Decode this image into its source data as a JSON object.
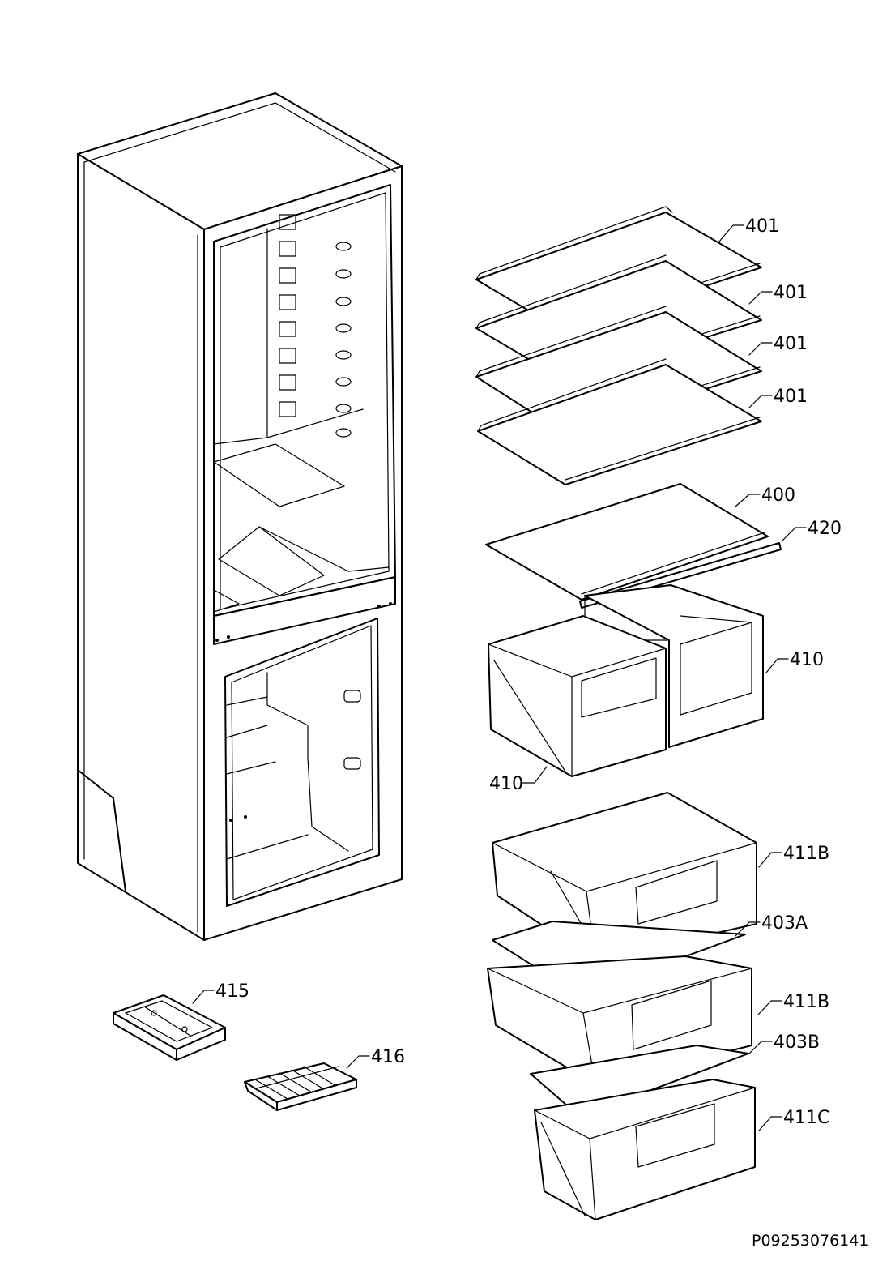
{
  "labels": {
    "shelf_1": "401",
    "shelf_2": "401",
    "shelf_3": "401",
    "shelf_4": "401",
    "glass_cover": "400",
    "cover_trim": "420",
    "crisper_right": "410",
    "crisper_left": "410",
    "freezer_drawer_1": "411B",
    "freezer_flap_a": "403A",
    "freezer_drawer_2": "411B",
    "freezer_flap_b": "403B",
    "freezer_drawer_3": "411C",
    "ice_tray_holder": "415",
    "ice_cube_tray": "416"
  },
  "drawing_code": "P09253076141"
}
